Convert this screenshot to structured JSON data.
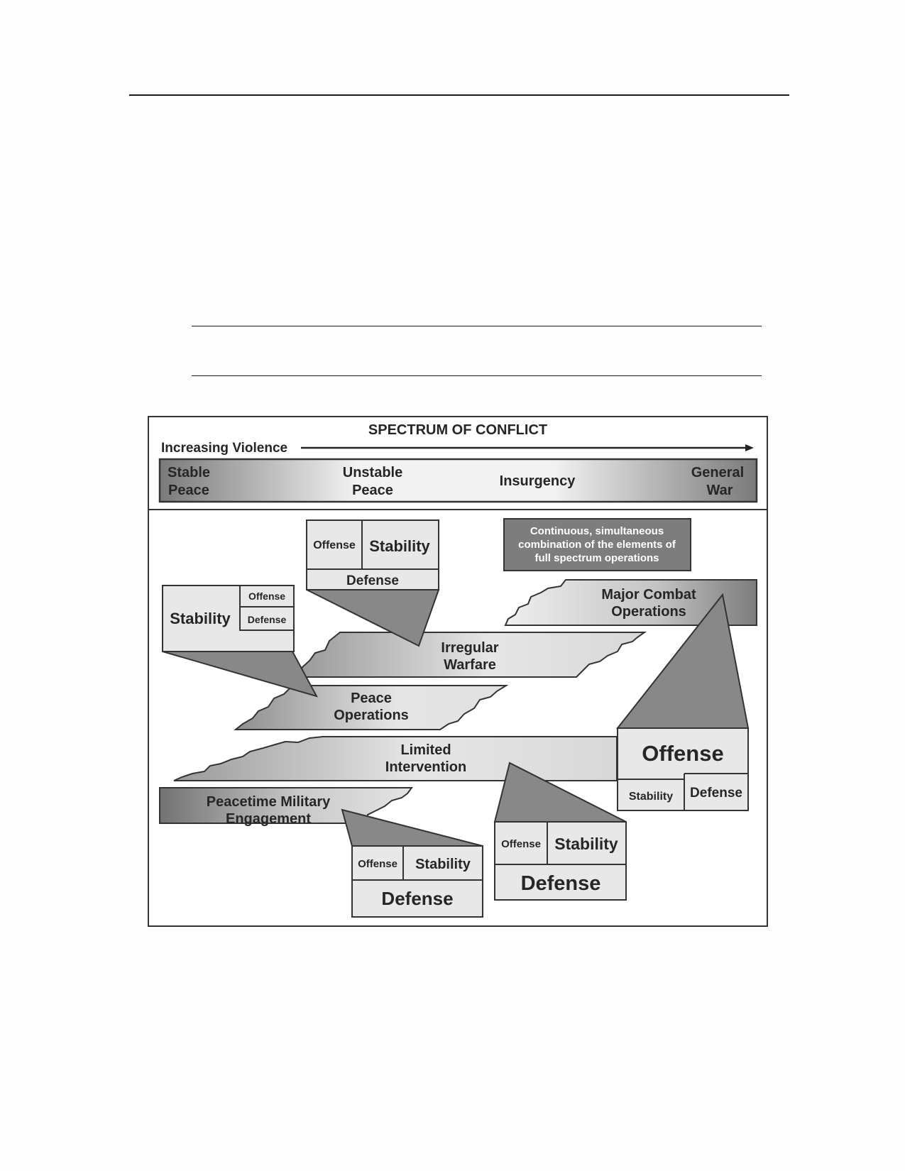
{
  "figure": {
    "title": "SPECTRUM OF CONFLICT",
    "arrow_label": "Increasing Violence",
    "spectrum": {
      "stable_peace": [
        "Stable",
        "Peace"
      ],
      "unstable_peace": [
        "Unstable",
        "Peace"
      ],
      "insurgency": "Insurgency",
      "general_war": [
        "General",
        "War"
      ]
    },
    "callout": [
      "Continuous, simultaneous",
      "combination of the elements of",
      "full spectrum operations"
    ],
    "bands": {
      "major_combat": [
        "Major Combat",
        "Operations"
      ],
      "irregular_warfare": [
        "Irregular",
        "Warfare"
      ],
      "peace_operations": [
        "Peace",
        "Operations"
      ],
      "limited_intervention": [
        "Limited",
        "Intervention"
      ],
      "peacetime_engagement": [
        "Peacetime Military",
        "Engagement"
      ]
    },
    "blocks": {
      "top": {
        "offense": "Offense",
        "stability": "Stability",
        "defense": "Defense"
      },
      "left": {
        "stability": "Stability",
        "offense": "Offense",
        "defense": "Defense"
      },
      "right": {
        "offense": "Offense",
        "stability": "Stability",
        "defense": "Defense"
      },
      "bottom_left": {
        "offense": "Offense",
        "stability": "Stability",
        "defense": "Defense"
      },
      "bottom_middle": {
        "offense": "Offense",
        "stability": "Stability",
        "defense": "Defense"
      }
    }
  }
}
